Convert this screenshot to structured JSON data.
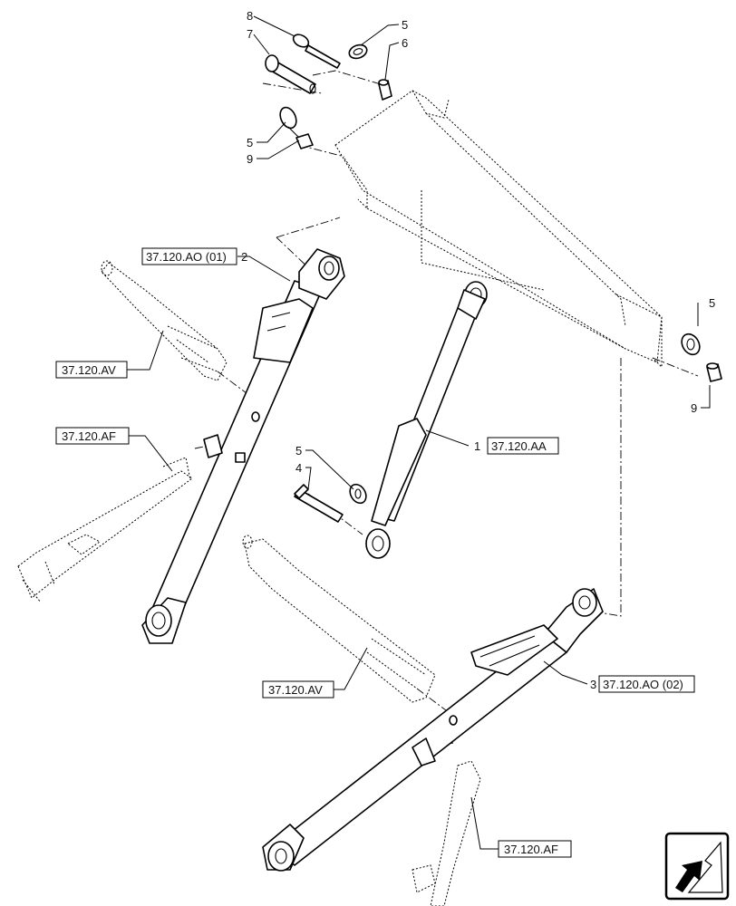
{
  "callouts": {
    "n1": "1",
    "n2": "2",
    "n3": "3",
    "n4": "4",
    "n5a": "5",
    "n5b": "5",
    "n5c": "5",
    "n5d": "5",
    "n6": "6",
    "n7": "7",
    "n8": "8",
    "n9a": "9",
    "n9b": "9"
  },
  "refs": {
    "ao01": "37.120.AO (01)",
    "av_left": "37.120.AV",
    "af_left": "37.120.AF",
    "aa": "37.120.AA",
    "av_center": "37.120.AV",
    "ao02": "37.120.AO (02)",
    "af_bottom": "37.120.AF"
  },
  "icons": {
    "nav": "arrow-navigation-icon"
  }
}
